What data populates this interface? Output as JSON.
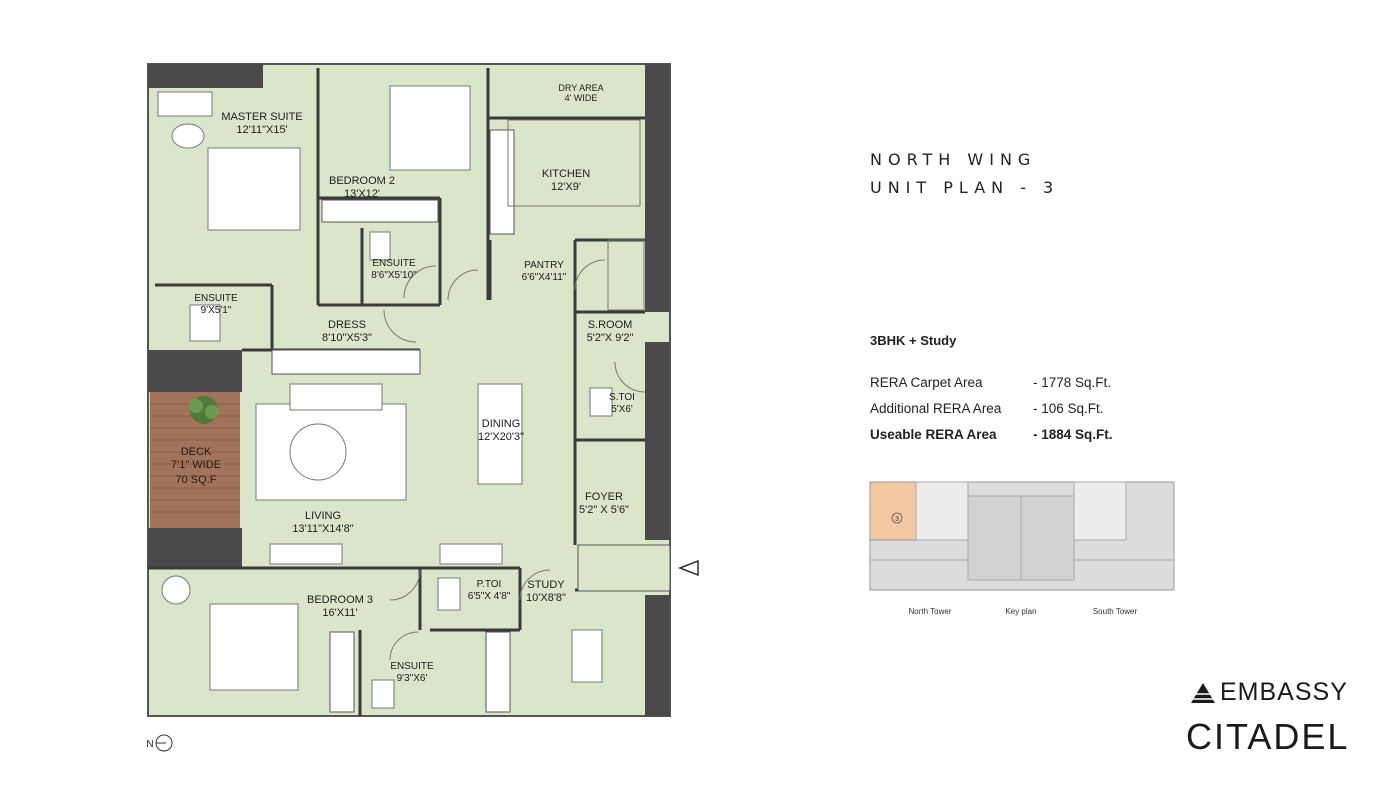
{
  "title": {
    "line1": "NORTH WING",
    "line2": "UNIT PLAN - 3"
  },
  "config": "3BHK + Study",
  "areas": [
    {
      "label": "RERA Carpet Area",
      "value": "- 1778 Sq.Ft.",
      "bold": false
    },
    {
      "label": "Additional RERA Area",
      "value": "- 106 Sq.Ft.",
      "bold": false
    },
    {
      "label": "Useable RERA Area",
      "value": "- 1884 Sq.Ft.",
      "bold": true
    }
  ],
  "rooms": {
    "master_suite": {
      "name": "MASTER SUITE",
      "dim": "12'11\"X15'"
    },
    "bedroom2": {
      "name": "BEDROOM 2",
      "dim": "13'X12'"
    },
    "dry_area": {
      "name": "DRY AREA",
      "dim": "4' WIDE"
    },
    "kitchen": {
      "name": "KITCHEN",
      "dim": "12'X9'"
    },
    "ensuite_b2": {
      "name": "ENSUITE",
      "dim": "8'6\"X5'10\""
    },
    "ensuite_ms": {
      "name": "ENSUITE",
      "dim": "9'X5'1\""
    },
    "pantry": {
      "name": "PANTRY",
      "dim": "6'6\"X4'11\""
    },
    "dress": {
      "name": "DRESS",
      "dim": "8'10\"X5'3\""
    },
    "sroom": {
      "name": "S.ROOM",
      "dim": "5'2\"X 9'2\""
    },
    "stoi": {
      "name": "S.TOI",
      "dim": "5'X6'"
    },
    "dining": {
      "name": "DINING",
      "dim": "12'X20'3\""
    },
    "deck": {
      "name": "DECK",
      "dim": "7'1\" WIDE",
      "extra": "70 SQ.F"
    },
    "living": {
      "name": "LIVING",
      "dim": "13'11\"X14'8\""
    },
    "foyer": {
      "name": "FOYER",
      "dim": "5'2\" X 5'6\""
    },
    "ptoi": {
      "name": "P.TOI",
      "dim": "6'5\"X 4'8\""
    },
    "study": {
      "name": "STUDY",
      "dim": "10'X8'8\""
    },
    "bedroom3": {
      "name": "BEDROOM 3",
      "dim": "16'X11'"
    },
    "ensuite_b3": {
      "name": "ENSUITE",
      "dim": "9'3\"X6'"
    }
  },
  "compass": {
    "label": "N"
  },
  "key_plan": {
    "unit_number": "3",
    "left_label": "North Tower",
    "center_label": "Key plan",
    "right_label": "South Tower",
    "highlight_color": "#f3c9a3"
  },
  "brand": {
    "name": "EMBASSY",
    "project": "CITADEL",
    "logo_icon": "stacked-triangle-icon"
  },
  "colors": {
    "floor": "#d9e6c9",
    "wall": "#4a4a4a",
    "deck": "#a0735a"
  }
}
